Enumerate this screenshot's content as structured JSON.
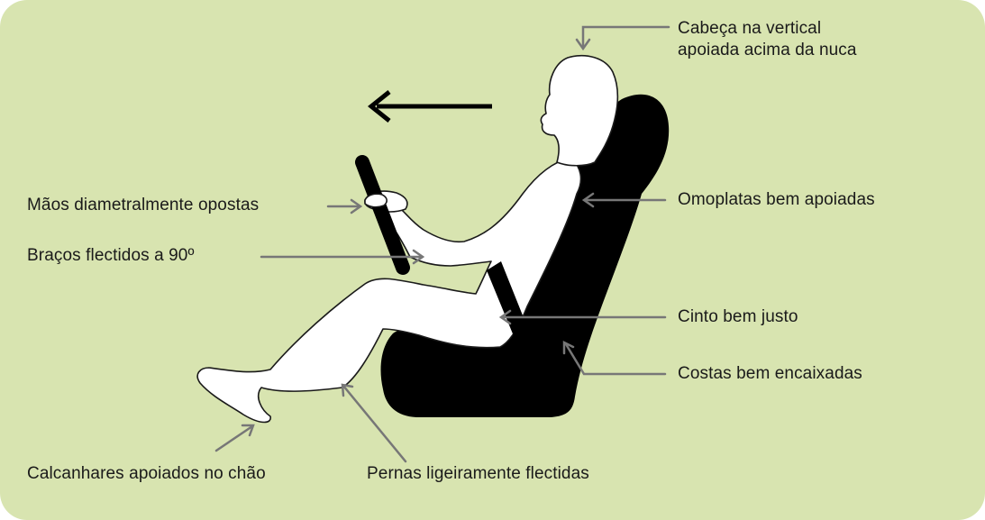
{
  "colors": {
    "background": "#d8e4b0",
    "seat": "#000000",
    "body_fill": "#ffffff",
    "leader_line": "#777777",
    "text": "#1a1a1a"
  },
  "icons": [
    "direction-arrow-left-icon",
    "steering-wheel-icon",
    "car-seat-icon",
    "driver-silhouette-icon"
  ],
  "labels": {
    "head_line1": "Cabeça na vertical",
    "head_line2": "apoiada acima da nuca",
    "hands": "Mãos diametralmente opostas",
    "arms": "Braços flectidos a 90º",
    "shoulders": "Omoplatas bem apoiadas",
    "belt": "Cinto bem justo",
    "back": "Costas bem encaixadas",
    "heels": "Calcanhares apoiados no chão",
    "legs": "Pernas ligeiramente flectidas"
  }
}
